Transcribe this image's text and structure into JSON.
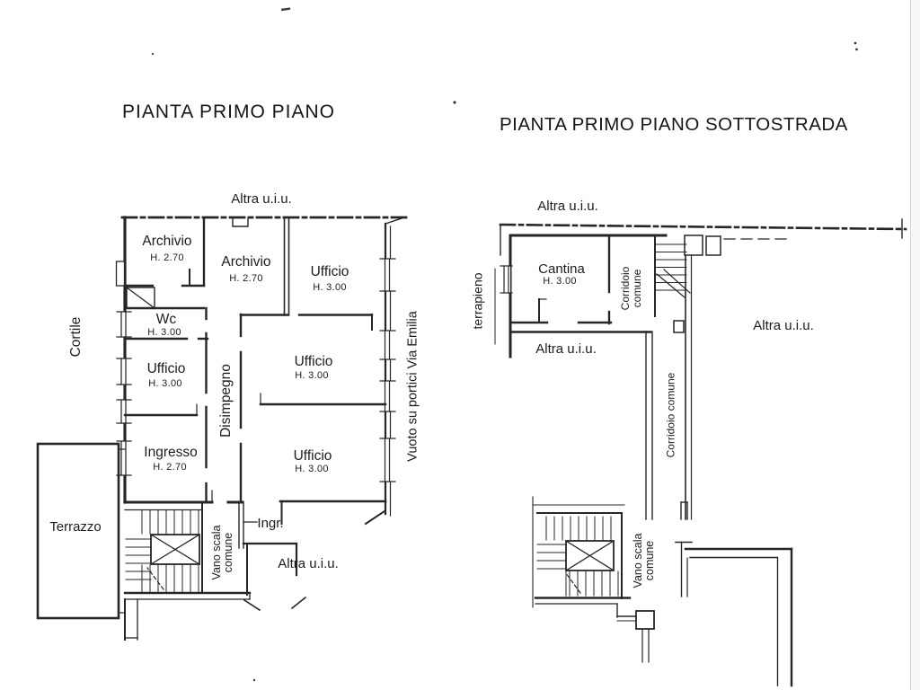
{
  "ink_color": "#262626",
  "left_plan": {
    "title": "PIANTA PRIMO PIANO",
    "labels": {
      "altra_top": "Altra u.i.u.",
      "altra_bottom": "Altra u.i.u.",
      "ingr": "Ingr.",
      "terrazzo": "Terrazzo",
      "cortile": "Cortile",
      "vuoto": "Vuoto su portici Via Emilia",
      "disimpegno": "Disimpegno",
      "vano_scala": {
        "line1": "Vano scala",
        "line2": "comune"
      }
    },
    "rooms": {
      "archivio1": {
        "name": "Archivio",
        "height": "H. 2.70"
      },
      "archivio2": {
        "name": "Archivio",
        "height": "H. 2.70"
      },
      "ufficio1": {
        "name": "Ufficio",
        "height": "H. 3.00"
      },
      "wc": {
        "name": "Wc",
        "height": "H. 3.00"
      },
      "ufficio2": {
        "name": "Ufficio",
        "height": "H. 3.00"
      },
      "ufficio3": {
        "name": "Ufficio",
        "height": "H. 3.00"
      },
      "ingresso": {
        "name": "Ingresso",
        "height": "H. 2.70"
      },
      "ufficio4": {
        "name": "Ufficio",
        "height": "H. 3.00"
      }
    }
  },
  "right_plan": {
    "title": "PIANTA PRIMO PIANO SOTTOSTRADA",
    "labels": {
      "altra_top": "Altra u.i.u.",
      "altra_left": "Altra u.i.u.",
      "altra_right": "Altra u.i.u.",
      "terrapieno": "terrapieno",
      "corridoio_top": {
        "line1": "Corridoio",
        "line2": "comune"
      },
      "corridoio_mid": "Corridoio comune",
      "vano_scala": {
        "line1": "Vano scala",
        "line2": "comune"
      }
    },
    "rooms": {
      "cantina": {
        "name": "Cantina",
        "height": "H. 3.00"
      }
    }
  }
}
